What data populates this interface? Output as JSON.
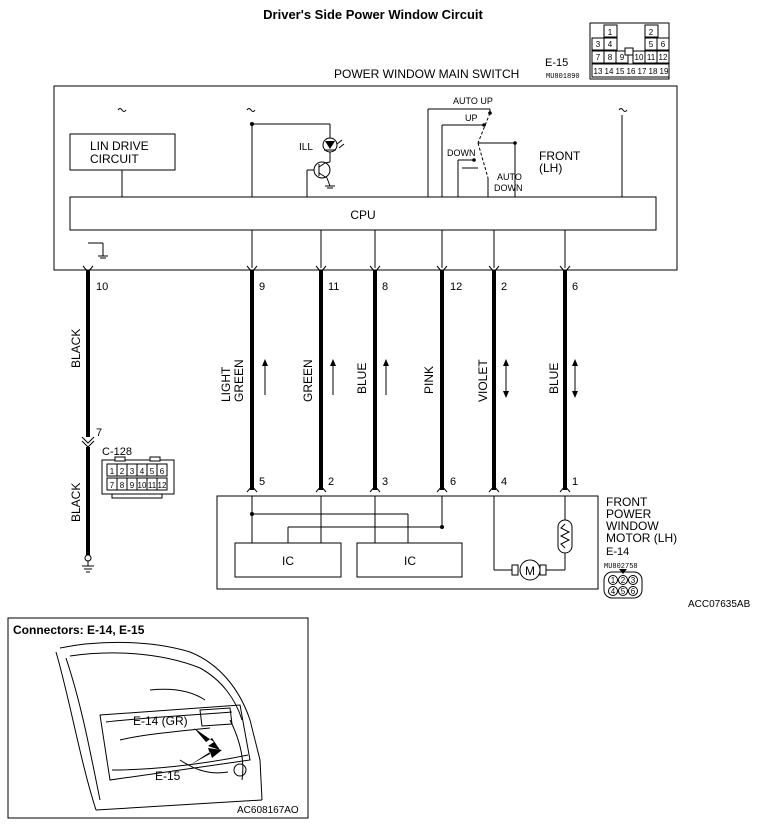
{
  "title": "Driver's Side Power Window Circuit",
  "switch": {
    "connector_id": "E-15",
    "part_no": "MU801890",
    "label": "POWER WINDOW MAIN SWITCH",
    "lin_drive_line1": "LIN DRIVE",
    "lin_drive_line2": "CIRCUIT",
    "ill": "ILL",
    "cpu": "CPU",
    "auto_up": "AUTO UP",
    "up": "UP",
    "down": "DOWN",
    "auto_down_line1": "AUTO",
    "auto_down_line2": "DOWN",
    "front_line1": "FRONT",
    "front_line2": "(LH)",
    "connector_pins_row1": [
      "",
      "1",
      "",
      "",
      "2",
      ""
    ],
    "connector_pins_row2": [
      "3",
      "4",
      "",
      "",
      "5",
      "6"
    ],
    "connector_pins_row3": [
      "7",
      "8",
      "9",
      "",
      "10",
      "11",
      "12"
    ],
    "connector_pins_row4": [
      "13",
      "14",
      "15",
      "16",
      "17",
      "18",
      "19"
    ]
  },
  "wires": [
    {
      "top_pin": "10",
      "color": "BLACK"
    },
    {
      "top_pin": "9",
      "color_line1": "LIGHT",
      "color_line2": "GREEN",
      "bottom_pin": "5"
    },
    {
      "top_pin": "11",
      "color": "GREEN",
      "bottom_pin": "2"
    },
    {
      "top_pin": "8",
      "color": "BLUE",
      "bottom_pin": "3"
    },
    {
      "top_pin": "12",
      "color": "PINK",
      "bottom_pin": "6"
    },
    {
      "top_pin": "2",
      "color": "VIOLET",
      "bottom_pin": "4"
    },
    {
      "top_pin": "6",
      "color": "BLUE",
      "bottom_pin": "1"
    }
  ],
  "ground_wire_lower": {
    "color": "BLACK",
    "pin": "7"
  },
  "joint_connector": {
    "id": "C-128",
    "row1": [
      "1",
      "2",
      "3",
      "4",
      "5",
      "6"
    ],
    "row2": [
      "7",
      "8",
      "9",
      "10",
      "11",
      "12"
    ]
  },
  "motor": {
    "line1": "FRONT",
    "line2": "POWER",
    "line3": "WINDOW",
    "line4": "MOTOR (LH)",
    "connector_id": "E-14",
    "part_no": "MU802758",
    "ic1": "IC",
    "ic2": "IC",
    "motor_symbol": "M",
    "pins_row1": [
      "1",
      "2",
      "3"
    ],
    "pins_row2": [
      "4",
      "5",
      "6"
    ]
  },
  "diagram_code": "ACC07635AB",
  "inset": {
    "title": "Connectors: E-14, E-15",
    "e14_label": "E-14 (GR)",
    "e15_label": "E-15",
    "code": "AC608167AO"
  }
}
